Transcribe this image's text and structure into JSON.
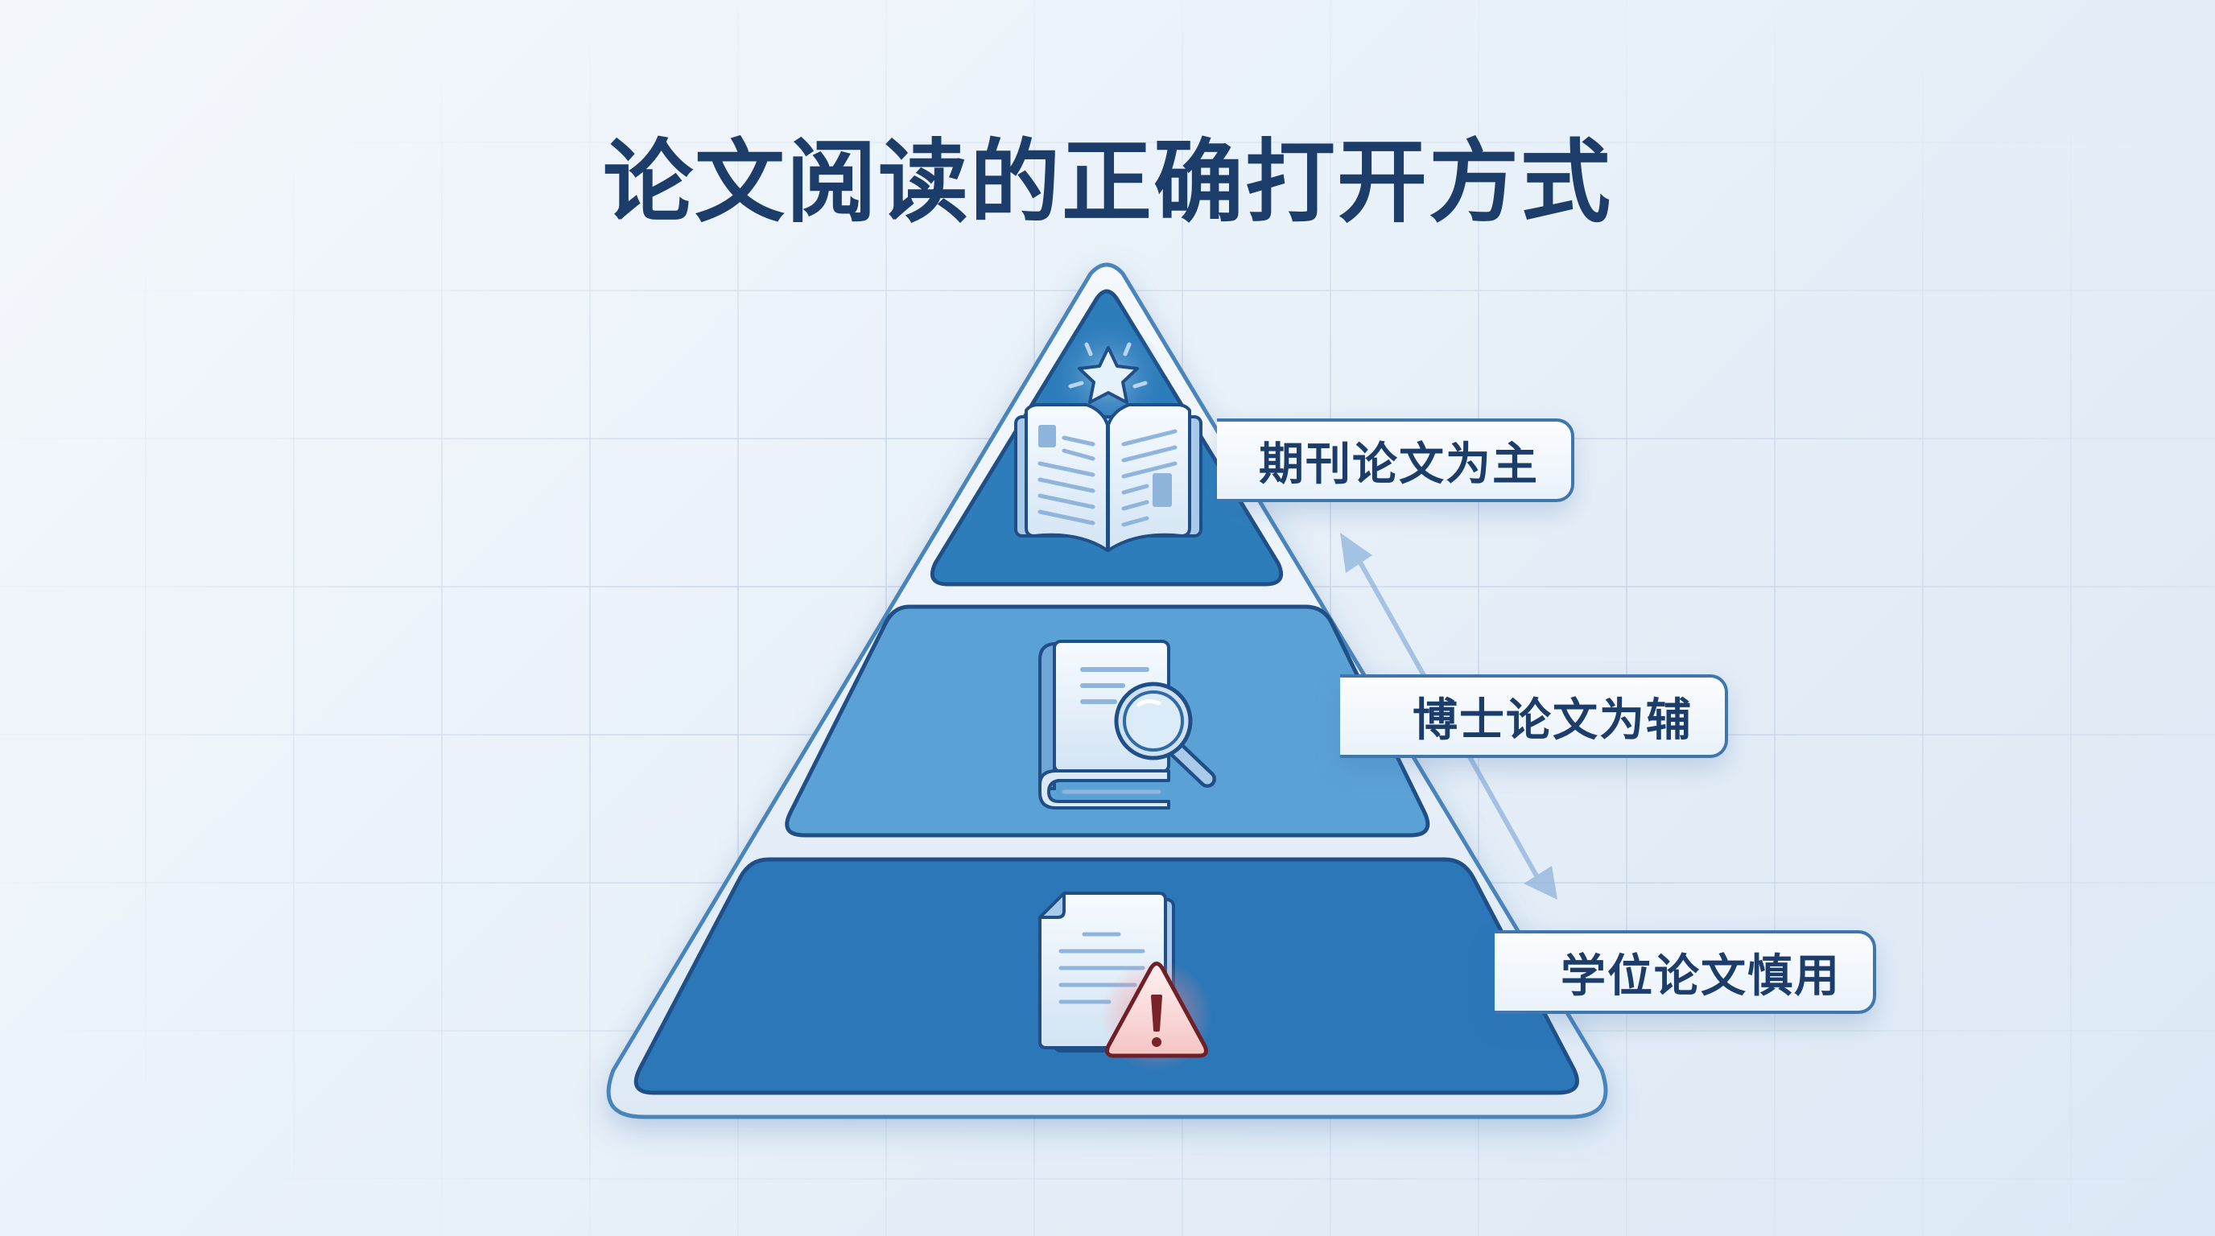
{
  "title": "论文阅读的正确打开方式",
  "colors": {
    "title_text": "#1c3c6a",
    "tier_top": "#2e7dbb",
    "tier_middle": "#5aa2d6",
    "tier_bottom": "#2b77b8",
    "outline": "#1f4f86",
    "frame": "#4a84bb",
    "warning": "#e98a8a"
  },
  "pyramid": {
    "tiers": [
      {
        "level": "top",
        "label": "期刊论文为主",
        "icon": "open-book-star-icon"
      },
      {
        "level": "middle",
        "label": "博士论文为辅",
        "icon": "book-magnifier-icon"
      },
      {
        "level": "bottom",
        "label": "学位论文慎用",
        "icon": "document-warning-icon"
      }
    ]
  },
  "connector": {
    "icon": "double-arrow-icon"
  }
}
